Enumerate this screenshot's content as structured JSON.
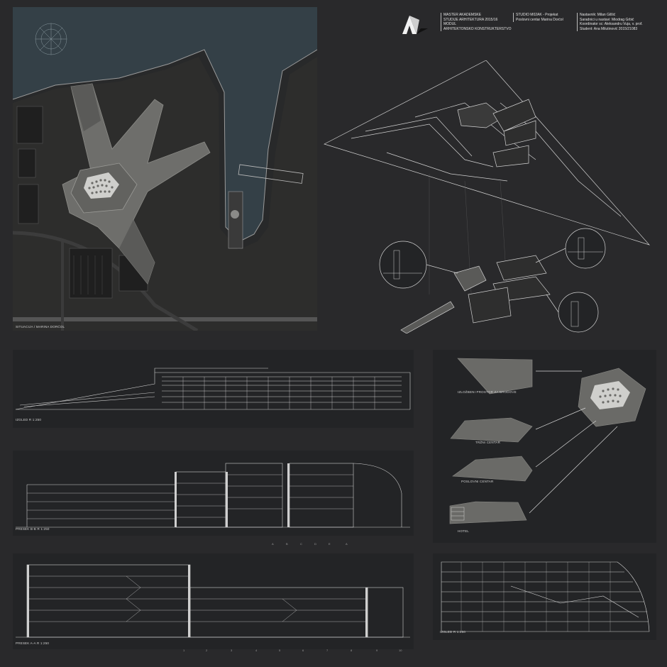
{
  "header": {
    "program": [
      "MASTER AKADEMSKE",
      "STUDIJE ARHITEKTURA 2015/16",
      "MODUL",
      "ARHITEKTONSKO KONSTRUKTERSTVO"
    ],
    "studio": [
      "STUDIO M02AK - Projekat",
      "Poslovni centar Marina Dorćol"
    ],
    "credits": [
      "Nastavnik: Milan Gilšić",
      "Saradnici u nastavi: Miodrag Grbić",
      "Koordinator sc: Aleksandru Vuja, v. prof.",
      "Student: Ana Milutinović 2015/21083"
    ]
  },
  "site_plan": {
    "caption": "SITUACIJA / MARINA DORĆOL"
  },
  "elevation_1": {
    "caption": "IZGLED  R 1:250"
  },
  "section_b": {
    "caption": "PRESEK B-B  R 1:250",
    "axes": [
      "A",
      "B",
      "C",
      "D",
      "E",
      "A"
    ]
  },
  "section_a": {
    "caption": "PRESEK A-A  R 1:250",
    "axes": [
      "1",
      "2",
      "3",
      "4",
      "5",
      "6",
      "7",
      "8",
      "9",
      "10"
    ]
  },
  "elevation_2": {
    "caption": "IZGLED  R 1:250"
  },
  "components": [
    {
      "label": "IZLOŽBENI PROSTOR ZA BRODOVE"
    },
    {
      "label": "TRŽNI CENTAR"
    },
    {
      "label": "POSLOVNI CENTAR"
    },
    {
      "label": "HOTEL"
    }
  ],
  "colors": {
    "background": "#29292b",
    "panel": "#232426",
    "water": "#354148",
    "concrete": "#6e6e6b",
    "linework": "#d6d6d6"
  }
}
